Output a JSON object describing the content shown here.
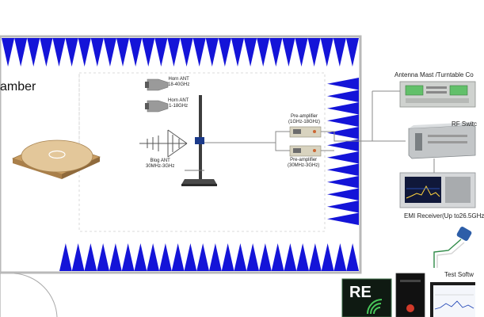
{
  "chamber": {
    "title": "amber"
  },
  "antennas": {
    "horn_high": {
      "name": "Horn ANT",
      "range": "18-40GHz"
    },
    "horn_low": {
      "name": "Horn ANT",
      "range": "1-18GHz"
    },
    "bilog": {
      "name": "Blog ANT",
      "range": "30MHz-3GHz"
    }
  },
  "preamps": {
    "high": {
      "name": "Pre-amplifier",
      "range": "(1GHz-18GHz)"
    },
    "low": {
      "name": "Pre-amplifier",
      "range": "(30MHz-3GHz)"
    }
  },
  "rack": {
    "mast_controller": "Antenna Mast /Turntable Co",
    "rf_switch": "RF Switc",
    "emi_receiver": "EMI Receiver(Up to26.5GHz",
    "software": "Test Softw"
  },
  "software_tile": {
    "label": "RE"
  },
  "colors": {
    "absorber": "#1414d8",
    "wall": "#b9b9b9",
    "line": "#9a9a9a",
    "turntable": "#d9b98a"
  }
}
